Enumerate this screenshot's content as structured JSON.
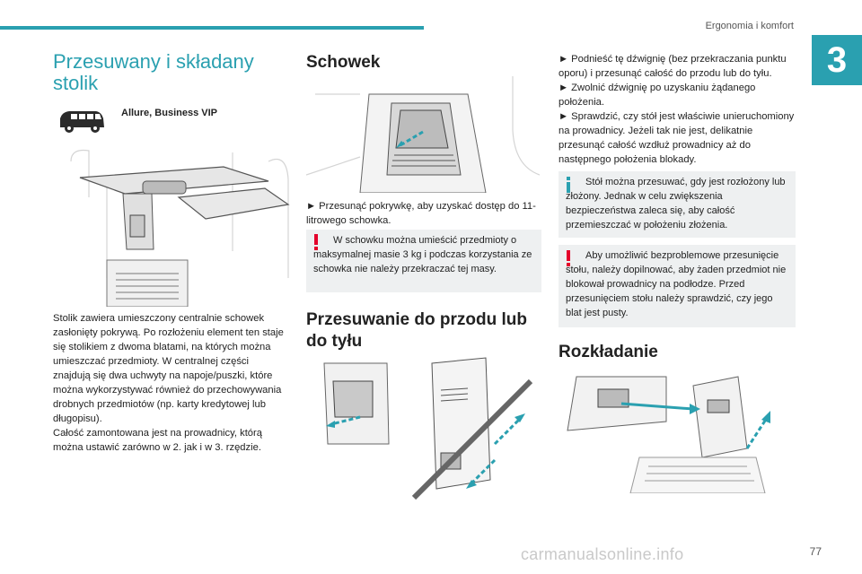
{
  "header": {
    "section": "Ergonomia i komfort",
    "chapter_number": "3"
  },
  "col1": {
    "title": "Przesuwany i składany stolik",
    "trim": "Allure, Business VIP",
    "body": "Stolik zawiera umieszczony centralnie schowek zasłonięty pokrywą. Po rozłożeniu element ten staje się stolikiem z dwoma blatami, na których można umieszczać przedmioty. W centralnej części znajdują się dwa uchwyty na napoje/puszki, które można wykorzystywać również do przechowywania drobnych przedmiotów (np. karty kredytowej lub długopisu).",
    "body2": "Całość zamontowana jest na prowadnicy, którą można ustawić zarówno w 2. jak i w 3. rzędzie."
  },
  "col2": {
    "heading1": "Schowek",
    "step1": "► Przesunąć pokrywkę, aby uzyskać dostęp do 11-litrowego schowka.",
    "warn1": "W schowku można umieścić przedmioty o maksymalnej masie 3 kg i podczas korzystania ze schowka nie należy przekraczać tej masy.",
    "heading2": "Przesuwanie do przodu lub do tyłu"
  },
  "col3": {
    "steps": "► Podnieść tę dźwignię (bez przekraczania punktu oporu) i przesunąć całość do przodu lub do tyłu.\n► Zwolnić dźwignię po uzyskaniu żądanego położenia.\n► Sprawdzić, czy stół jest właściwie unieruchomiony na prowadnicy. Jeżeli tak nie jest, delikatnie przesunąć całość wzdłuż prowadnicy aż do następnego położenia blokady.",
    "info": "Stół można przesuwać, gdy jest rozłożony lub złożony. Jednak w celu zwiększenia bezpieczeństwa zaleca się, aby całość przemieszczać w położeniu złożenia.",
    "warn2": "Aby umożliwić bezproblemowe przesunięcie stołu, należy dopilnować, aby żaden przedmiot nie blokował prowadnicy na podłodze. Przed przesunięciem stołu należy sprawdzić, czy jego blat jest pusty.",
    "heading": "Rozkładanie"
  },
  "footer": {
    "page": "77",
    "watermark": "carmanualsonline.info"
  },
  "colors": {
    "accent": "#2aa0b0",
    "warning": "#e4002b",
    "info": "#2aa0b0",
    "box": "#eef0f1"
  }
}
